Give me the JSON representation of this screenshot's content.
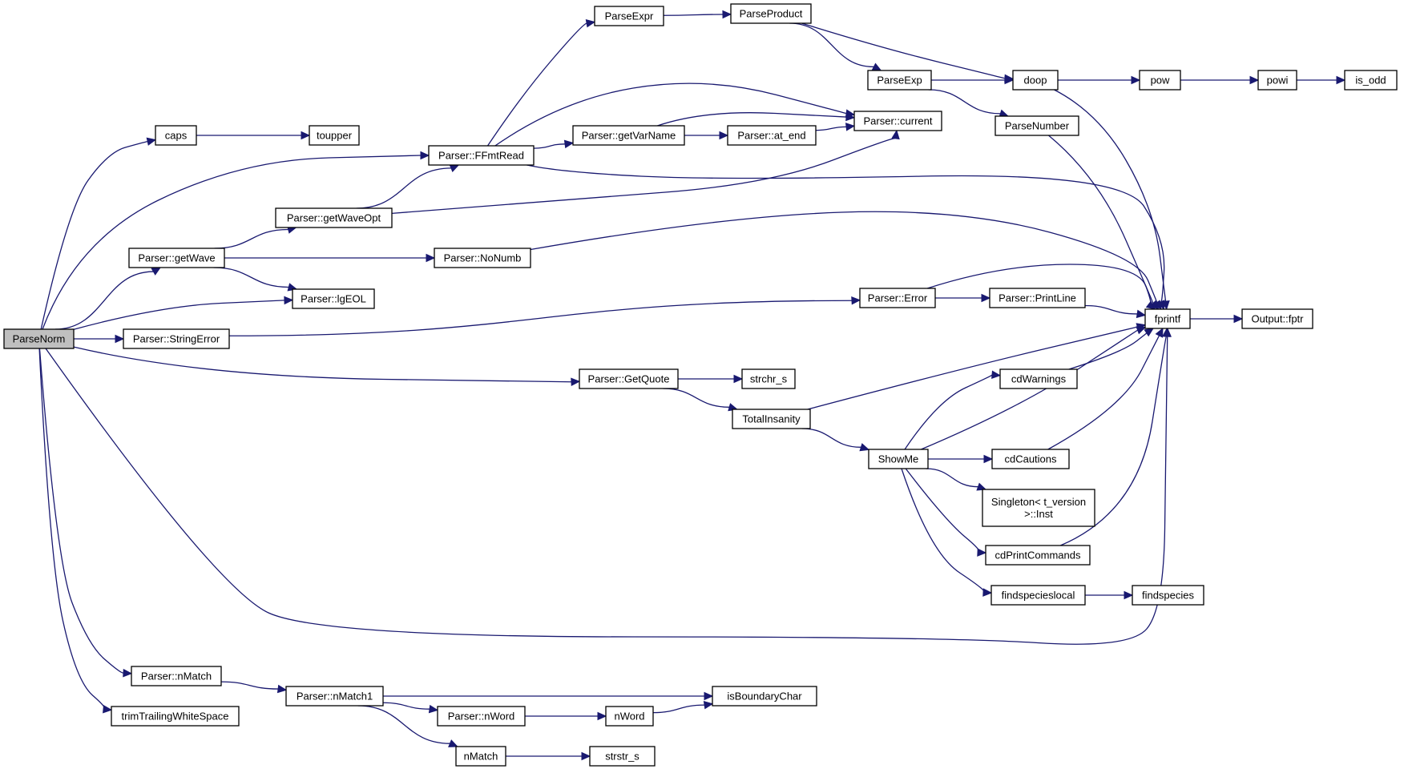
{
  "graph": {
    "nodes": [
      {
        "id": "ParseNorm",
        "label": [
          "ParseNorm"
        ],
        "root": true
      },
      {
        "id": "caps",
        "label": [
          "caps"
        ]
      },
      {
        "id": "toupper",
        "label": [
          "toupper"
        ]
      },
      {
        "id": "FFmtRead",
        "label": [
          "Parser::FFmtRead"
        ]
      },
      {
        "id": "getWave",
        "label": [
          "Parser::getWave"
        ]
      },
      {
        "id": "getWaveOpt",
        "label": [
          "Parser::getWaveOpt"
        ]
      },
      {
        "id": "lgEOL",
        "label": [
          "Parser::lgEOL"
        ]
      },
      {
        "id": "StringError",
        "label": [
          "Parser::StringError"
        ]
      },
      {
        "id": "NoNumb",
        "label": [
          "Parser::NoNumb"
        ]
      },
      {
        "id": "getVarName",
        "label": [
          "Parser::getVarName"
        ]
      },
      {
        "id": "at_end",
        "label": [
          "Parser::at_end"
        ]
      },
      {
        "id": "current",
        "label": [
          "Parser::current"
        ]
      },
      {
        "id": "ParseExpr",
        "label": [
          "ParseExpr"
        ]
      },
      {
        "id": "ParseProduct",
        "label": [
          "ParseProduct"
        ]
      },
      {
        "id": "ParseExp",
        "label": [
          "ParseExp"
        ]
      },
      {
        "id": "doop",
        "label": [
          "doop"
        ]
      },
      {
        "id": "ParseNumber",
        "label": [
          "ParseNumber"
        ]
      },
      {
        "id": "pow",
        "label": [
          "pow"
        ]
      },
      {
        "id": "powi",
        "label": [
          "powi"
        ]
      },
      {
        "id": "is_odd",
        "label": [
          "is_odd"
        ]
      },
      {
        "id": "Error",
        "label": [
          "Parser::Error"
        ]
      },
      {
        "id": "PrintLine",
        "label": [
          "Parser::PrintLine"
        ]
      },
      {
        "id": "fprintf",
        "label": [
          "fprintf"
        ]
      },
      {
        "id": "fptr",
        "label": [
          "Output::fptr"
        ]
      },
      {
        "id": "GetQuote",
        "label": [
          "Parser::GetQuote"
        ]
      },
      {
        "id": "strchr_s",
        "label": [
          "strchr_s"
        ]
      },
      {
        "id": "TotalInsanity",
        "label": [
          "TotalInsanity"
        ]
      },
      {
        "id": "ShowMe",
        "label": [
          "ShowMe"
        ]
      },
      {
        "id": "cdWarnings",
        "label": [
          "cdWarnings"
        ]
      },
      {
        "id": "cdCautions",
        "label": [
          "cdCautions"
        ]
      },
      {
        "id": "Singleton",
        "label": [
          "Singleton< t_version",
          ">::Inst"
        ]
      },
      {
        "id": "cdPrintCommands",
        "label": [
          "cdPrintCommands"
        ]
      },
      {
        "id": "findspecieslocal",
        "label": [
          "findspecieslocal"
        ]
      },
      {
        "id": "findspecies",
        "label": [
          "findspecies"
        ]
      },
      {
        "id": "nMatch",
        "label": [
          "Parser::nMatch"
        ]
      },
      {
        "id": "trimTrailingWhiteSpace",
        "label": [
          "trimTrailingWhiteSpace"
        ]
      },
      {
        "id": "nMatch1",
        "label": [
          "Parser::nMatch1"
        ]
      },
      {
        "id": "isBoundaryChar",
        "label": [
          "isBoundaryChar"
        ]
      },
      {
        "id": "nWordP",
        "label": [
          "Parser::nWord"
        ]
      },
      {
        "id": "nWord",
        "label": [
          "nWord"
        ]
      },
      {
        "id": "nMatchG",
        "label": [
          "nMatch"
        ]
      },
      {
        "id": "strstr_s",
        "label": [
          "strstr_s"
        ]
      }
    ],
    "edges": [
      [
        "ParseNorm",
        "caps"
      ],
      [
        "ParseNorm",
        "FFmtRead"
      ],
      [
        "ParseNorm",
        "getWave"
      ],
      [
        "ParseNorm",
        "lgEOL"
      ],
      [
        "ParseNorm",
        "StringError"
      ],
      [
        "ParseNorm",
        "GetQuote"
      ],
      [
        "ParseNorm",
        "fprintf"
      ],
      [
        "ParseNorm",
        "nMatch"
      ],
      [
        "ParseNorm",
        "trimTrailingWhiteSpace"
      ],
      [
        "caps",
        "toupper"
      ],
      [
        "FFmtRead",
        "ParseExpr"
      ],
      [
        "FFmtRead",
        "current"
      ],
      [
        "FFmtRead",
        "getVarName"
      ],
      [
        "FFmtRead",
        "fprintf"
      ],
      [
        "getWave",
        "getWaveOpt"
      ],
      [
        "getWave",
        "lgEOL"
      ],
      [
        "getWave",
        "NoNumb"
      ],
      [
        "getWaveOpt",
        "FFmtRead"
      ],
      [
        "getWaveOpt",
        "current"
      ],
      [
        "StringError",
        "Error"
      ],
      [
        "NoNumb",
        "fprintf"
      ],
      [
        "getVarName",
        "current"
      ],
      [
        "getVarName",
        "at_end"
      ],
      [
        "at_end",
        "current"
      ],
      [
        "ParseExpr",
        "ParseProduct"
      ],
      [
        "ParseProduct",
        "ParseExp"
      ],
      [
        "ParseProduct",
        "doop"
      ],
      [
        "ParseExp",
        "doop"
      ],
      [
        "ParseExp",
        "ParseNumber"
      ],
      [
        "doop",
        "pow"
      ],
      [
        "doop",
        "fprintf"
      ],
      [
        "ParseNumber",
        "fprintf"
      ],
      [
        "pow",
        "powi"
      ],
      [
        "powi",
        "is_odd"
      ],
      [
        "Error",
        "fprintf"
      ],
      [
        "Error",
        "PrintLine"
      ],
      [
        "PrintLine",
        "fprintf"
      ],
      [
        "fprintf",
        "fptr"
      ],
      [
        "GetQuote",
        "strchr_s"
      ],
      [
        "GetQuote",
        "TotalInsanity"
      ],
      [
        "TotalInsanity",
        "fprintf"
      ],
      [
        "TotalInsanity",
        "ShowMe"
      ],
      [
        "ShowMe",
        "cdWarnings"
      ],
      [
        "ShowMe",
        "fprintf"
      ],
      [
        "ShowMe",
        "cdCautions"
      ],
      [
        "ShowMe",
        "Singleton"
      ],
      [
        "ShowMe",
        "cdPrintCommands"
      ],
      [
        "ShowMe",
        "findspecieslocal"
      ],
      [
        "cdWarnings",
        "fprintf"
      ],
      [
        "cdCautions",
        "fprintf"
      ],
      [
        "cdPrintCommands",
        "fprintf"
      ],
      [
        "findspecieslocal",
        "findspecies"
      ],
      [
        "nMatch",
        "nMatch1"
      ],
      [
        "nMatch1",
        "isBoundaryChar"
      ],
      [
        "nMatch1",
        "nWordP"
      ],
      [
        "nMatch1",
        "nMatchG"
      ],
      [
        "nWordP",
        "nWord"
      ],
      [
        "nWord",
        "isBoundaryChar"
      ],
      [
        "nMatchG",
        "strstr_s"
      ]
    ]
  }
}
